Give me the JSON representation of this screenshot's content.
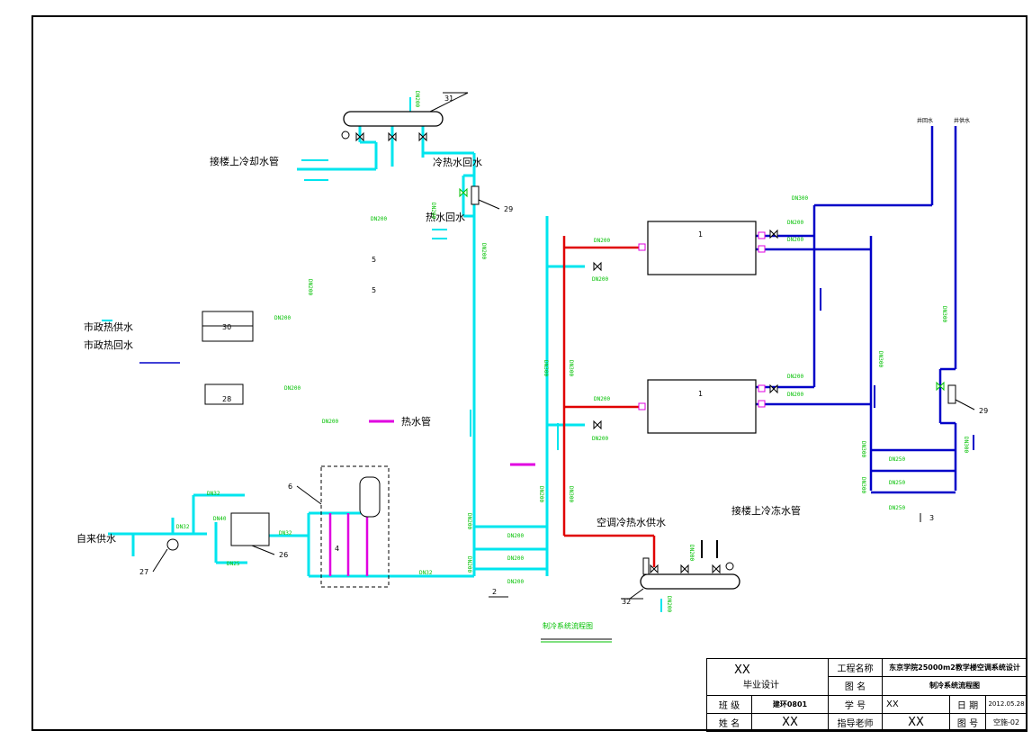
{
  "labels": {
    "cooling_water_up": "接楼上冷却水管",
    "hot_cold_return": "冷热水回水",
    "hot_water_return": "热水回水",
    "municipal_heat_supply": "市政热供水",
    "municipal_heat_return": "市政热回水",
    "hot_water_pipe": "热水管",
    "tap_water_supply": "自来供水",
    "ac_hot_cold_supply": "空调冷热水供水",
    "freeze_water_up": "接楼上冷冻水管",
    "diagram_caption": "制冷系统流程图",
    "well_water_a": "井回水",
    "well_water_b": "井供水"
  },
  "equipment_numbers": {
    "n31": "31",
    "n29a": "29",
    "n29b": "29",
    "n30": "30",
    "n28": "28",
    "n6": "6",
    "n26": "26",
    "n27": "27",
    "n2": "2",
    "n32": "32",
    "n3": "3",
    "n4": "4",
    "n5a": "5",
    "n5b": "5",
    "chiller1a": "1",
    "chiller1b": "1"
  },
  "pipe_sizes": {
    "dn200": "DN200",
    "dn250": "DN250",
    "dn300": "DN300",
    "dn32": "DN32",
    "dn25": "DN25",
    "dn40": "DN40"
  },
  "title_block": {
    "school": "XX",
    "design_type": "毕业设计",
    "project_name_label": "工程名称",
    "project_name": "东京学院25000m2教学楼空调系统设计",
    "drawing_name_label": "图 名",
    "drawing_name": "制冷系统流程图",
    "class_label": "班 级",
    "class_value": "建环0801",
    "student_no_label": "学 号",
    "student_no": "XX",
    "date_label": "日 期",
    "date_value": "2012.05.28",
    "name_label": "姓 名",
    "name_value": "XX",
    "advisor_label": "指导老师",
    "advisor_value": "XX",
    "drawing_no_label": "图 号",
    "drawing_no": "空施-02"
  },
  "colors": {
    "cooling_pipe": "#00e5ee",
    "hot_pipe": "#e00000",
    "well_pipe": "#0000c8",
    "hot_water_pipe": "#e000e0",
    "dn_text": "#00c000",
    "frame": "#000000"
  }
}
